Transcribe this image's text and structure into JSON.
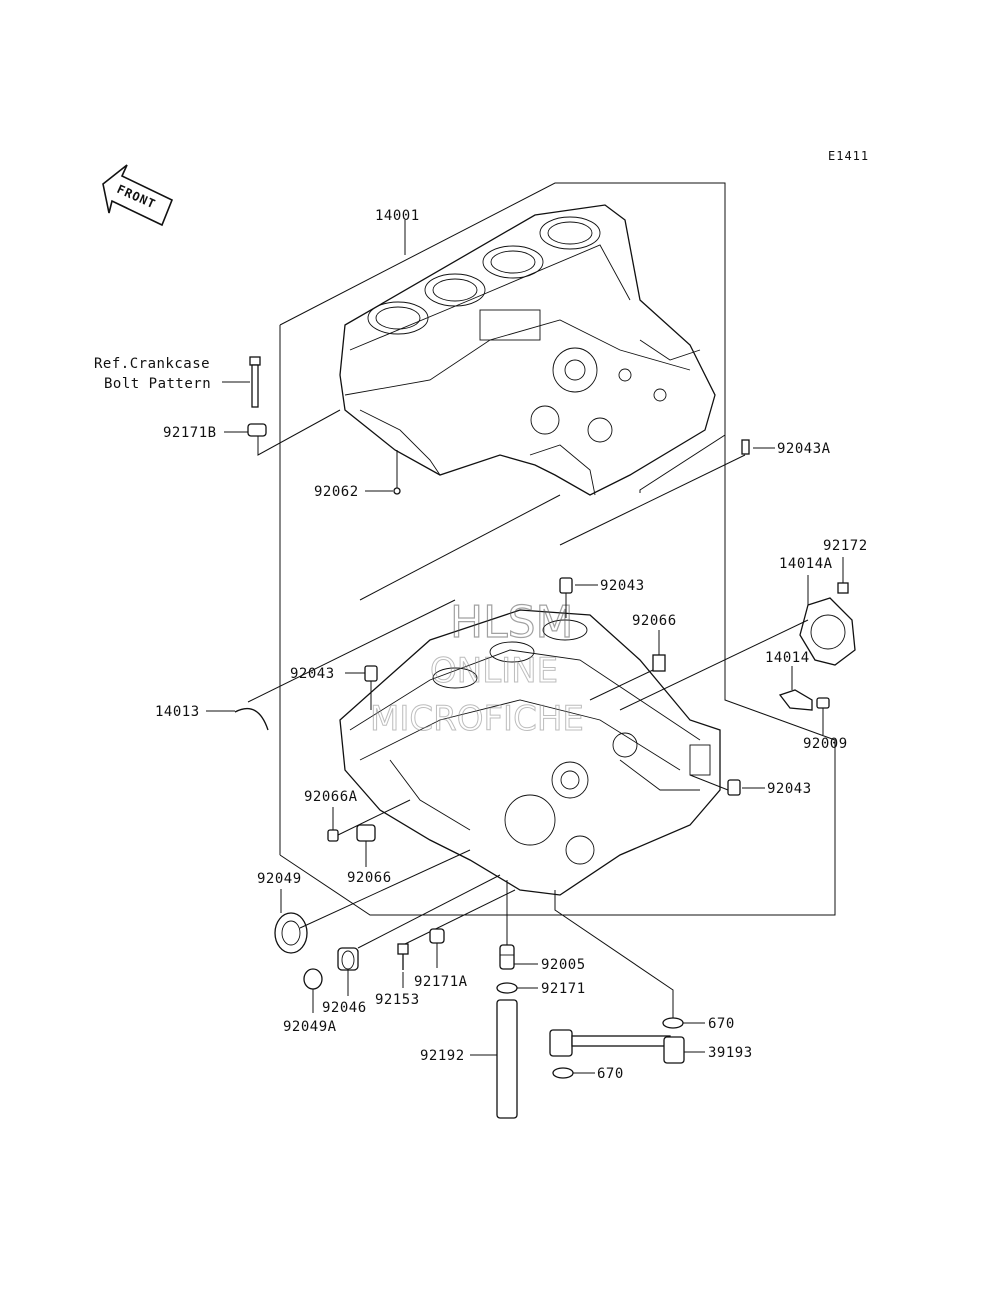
{
  "diagram_code": "E1411",
  "front_label": "FRONT",
  "ref_note_line1": "Ref.Crankcase",
  "ref_note_line2": "Bolt Pattern",
  "watermark": {
    "line1": "HLSM",
    "line2": "ONLINE",
    "line3": "MICROFICHE"
  },
  "parts": {
    "p14001": "14001",
    "p92171B": "92171B",
    "p92062": "92062",
    "p92043A": "92043A",
    "p92172": "92172",
    "p14014A": "14014A",
    "p92043_top": "92043",
    "p92066_top": "92066",
    "p92043_left": "92043",
    "p14014": "14014",
    "p14013": "14013",
    "p92009": "92009",
    "p92043_right": "92043",
    "p92066A": "92066A",
    "p92066_bottom": "92066",
    "p92049": "92049",
    "p92005": "92005",
    "p92171A": "92171A",
    "p92171": "92171",
    "p92046": "92046",
    "p92153": "92153",
    "p92049A": "92049A",
    "p670_top": "670",
    "p39193": "39193",
    "p92192": "92192",
    "p670_bottom": "670"
  }
}
